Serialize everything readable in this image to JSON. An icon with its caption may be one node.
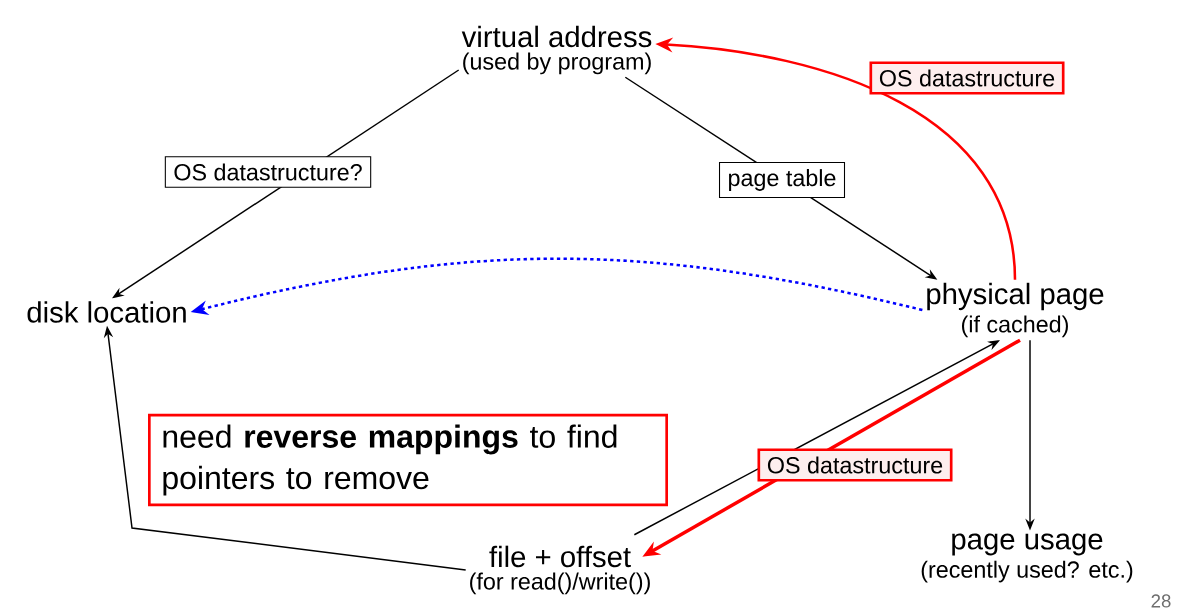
{
  "diagram": {
    "nodes": [
      {
        "text": [
          "virtual address",
          "(used by program)"
        ]
      },
      {
        "text": [
          "disk location"
        ]
      },
      {
        "text": [
          "physical page",
          "(if cached)"
        ]
      },
      {
        "text": [
          "file + offset",
          "(for read()/write())"
        ]
      },
      {
        "text": [
          "page usage",
          "(recently used? etc.)"
        ]
      },
      {
        "text": [
          "need **reverse mappings** to find pointers to remove"
        ]
      }
    ],
    "edges": [
      {
        "from": 0,
        "to": 1,
        "arrow": "to",
        "label": "OS datastructure?"
      },
      {
        "from": 0,
        "to": 2,
        "arrow": "to",
        "label": "page table"
      },
      {
        "from": 2,
        "to": 0,
        "arrow": "to",
        "label": "OS datastructure",
        "color": "#ff0000"
      },
      {
        "from": 2,
        "to": 1,
        "arrow": "to",
        "style": "dashed",
        "color": "#0000ff"
      },
      {
        "from": 3,
        "to": 1,
        "arrow": "to"
      },
      {
        "from": 3,
        "to": 2,
        "arrow": "to"
      },
      {
        "from": 2,
        "to": 3,
        "arrow": "to",
        "label": "OS datastructure",
        "style": "thick",
        "color": "#ff0000"
      },
      {
        "from": 2,
        "to": 4,
        "arrow": "to"
      }
    ],
    "labels": [
      "28"
    ]
  }
}
